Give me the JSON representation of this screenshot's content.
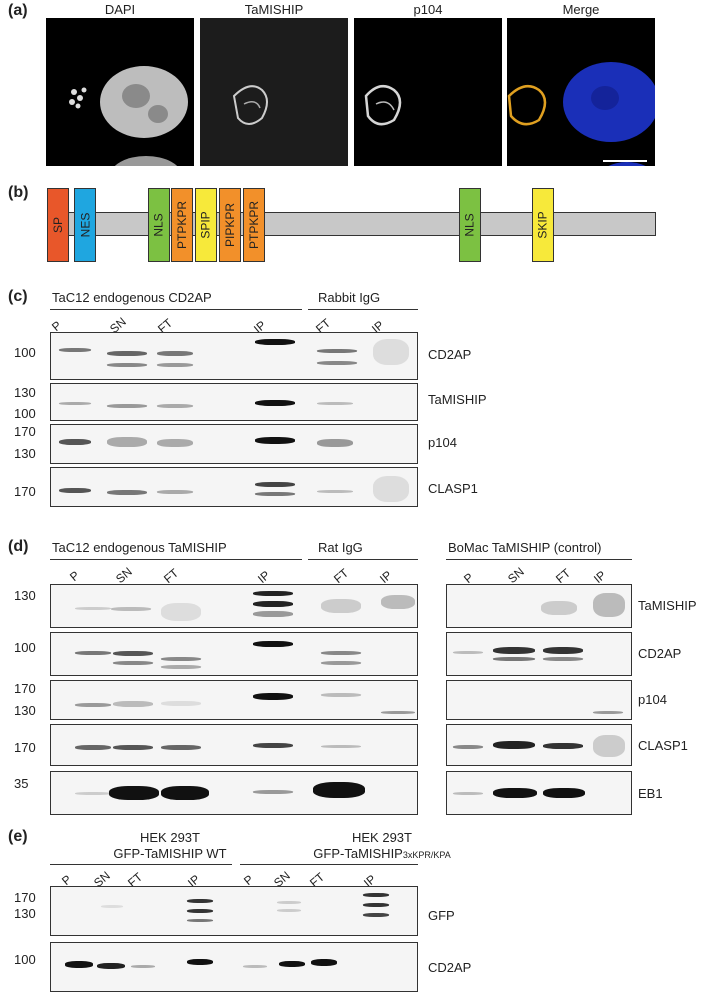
{
  "panels": {
    "a": "(a)",
    "b": "(b)",
    "c": "(c)",
    "d": "(d)",
    "e": "(e)"
  },
  "panel_a": {
    "titles": [
      "DAPI",
      "TaMISHIP",
      "p104",
      "Merge"
    ]
  },
  "panel_b": {
    "domains": [
      {
        "label": "SP",
        "color": "#e8572a"
      },
      {
        "label": "NES",
        "color": "#1fa6e0"
      },
      {
        "label": "NLS",
        "color": "#7cc142"
      },
      {
        "label": "PTPKPR",
        "color": "#f2902a"
      },
      {
        "label": "SPIP",
        "color": "#f7e93a"
      },
      {
        "label": "PIPKPR",
        "color": "#f2902a"
      },
      {
        "label": "PTPKPR",
        "color": "#f2902a"
      },
      {
        "label": "NLS",
        "color": "#7cc142"
      },
      {
        "label": "SKIP",
        "color": "#f7e93a"
      }
    ]
  },
  "panel_c": {
    "group1": "TaC12 endogenous CD2AP",
    "group2": "Rabbit IgG",
    "lanes": [
      "P",
      "SN",
      "FT",
      "IP",
      "FT",
      "IP"
    ],
    "rows": [
      {
        "marker1": "100",
        "marker2": "",
        "name": "CD2AP"
      },
      {
        "marker1": "130",
        "marker2": "100",
        "name": "TaMISHIP"
      },
      {
        "marker1": "170",
        "marker2": "130",
        "name": "p104"
      },
      {
        "marker1": "170",
        "marker2": "",
        "name": "CLASP1"
      }
    ]
  },
  "panel_d": {
    "group1": "TaC12 endogenous TaMISHIP",
    "group2": "Rat IgG",
    "group3": "BoMac TaMISHIP (control)",
    "lanes": [
      "P",
      "SN",
      "FT",
      "IP",
      "FT",
      "IP"
    ],
    "lanes_ctrl": [
      "P",
      "SN",
      "FT",
      "IP"
    ],
    "rows": [
      {
        "marker1": "130",
        "marker2": "",
        "name": "TaMISHIP"
      },
      {
        "marker1": "100",
        "marker2": "",
        "name": "CD2AP"
      },
      {
        "marker1": "170",
        "marker2": "130",
        "name": "p104"
      },
      {
        "marker1": "170",
        "marker2": "",
        "name": "CLASP1"
      },
      {
        "marker1": "35",
        "marker2": "",
        "name": "EB1"
      }
    ]
  },
  "panel_e": {
    "group1_line1": "HEK 293T",
    "group1_line2": "GFP-TaMISHIP WT",
    "group2_line1": "HEK 293T",
    "group2_line2_main": "GFP-TaMISHIP",
    "group2_line2_sub": "3xKPR/KPA",
    "lanes": [
      "P",
      "SN",
      "FT",
      "IP",
      "P",
      "SN",
      "FT",
      "IP"
    ],
    "rows": [
      {
        "marker1": "170",
        "marker2": "130",
        "name": "GFP"
      },
      {
        "marker1": "100",
        "marker2": "",
        "name": "CD2AP"
      }
    ]
  }
}
